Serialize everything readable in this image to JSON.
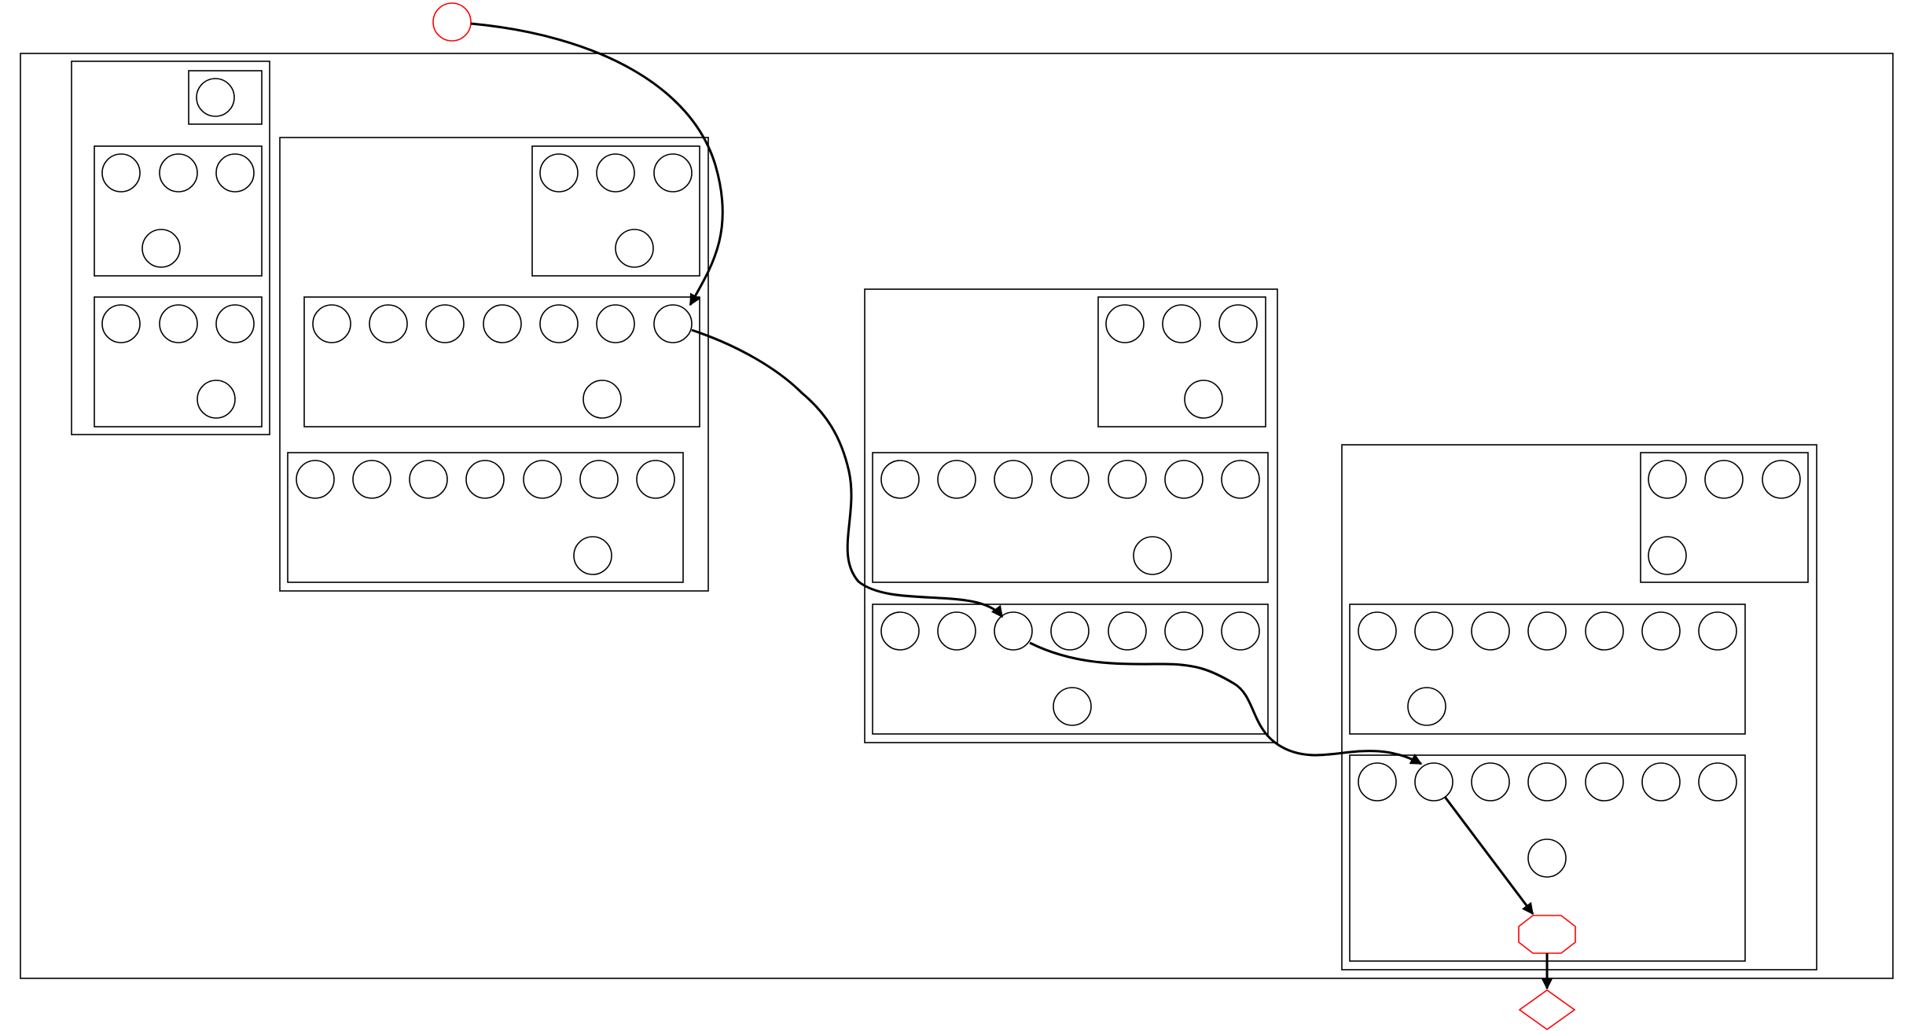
{
  "graph": {
    "colors": {
      "line": "#000000",
      "highlight": "#ff0000",
      "background": "#ffffff"
    },
    "clusters": [
      {
        "id": "outer",
        "children": [
          "c1",
          "c2",
          "c3",
          "c4"
        ]
      },
      {
        "id": "c1",
        "children": [
          "c1a",
          "c1b",
          "c1c"
        ]
      },
      {
        "id": "c1a",
        "nodes": 1
      },
      {
        "id": "c1b",
        "nodes": 4
      },
      {
        "id": "c1c",
        "nodes": 4
      },
      {
        "id": "c2",
        "children": [
          "c2a",
          "c2b",
          "c2c"
        ]
      },
      {
        "id": "c2a",
        "nodes": 4
      },
      {
        "id": "c2b",
        "nodes": 8
      },
      {
        "id": "c2c",
        "nodes": 8
      },
      {
        "id": "c3",
        "children": [
          "c3a",
          "c3b",
          "c3c"
        ]
      },
      {
        "id": "c3a",
        "nodes": 4
      },
      {
        "id": "c3b",
        "nodes": 8
      },
      {
        "id": "c3c",
        "nodes": 8
      },
      {
        "id": "c4",
        "children": [
          "c4a",
          "c4b",
          "c4c"
        ]
      },
      {
        "id": "c4a",
        "nodes": 4
      },
      {
        "id": "c4b",
        "nodes": 8
      },
      {
        "id": "c4c",
        "nodes": 9
      }
    ],
    "special_nodes": [
      {
        "id": "start",
        "shape": "circle",
        "color": "red"
      },
      {
        "id": "stop",
        "shape": "octagon",
        "color": "red"
      },
      {
        "id": "end",
        "shape": "diamond",
        "color": "red"
      }
    ],
    "edges": [
      {
        "from": "start",
        "to": "c2b-node-7"
      },
      {
        "from": "c2b-node-7",
        "to": "c3c-node-3"
      },
      {
        "from": "c3c-node-3",
        "to": "c4c-node-2"
      },
      {
        "from": "c4c-node-2",
        "to": "stop"
      },
      {
        "from": "stop",
        "to": "end"
      }
    ]
  }
}
